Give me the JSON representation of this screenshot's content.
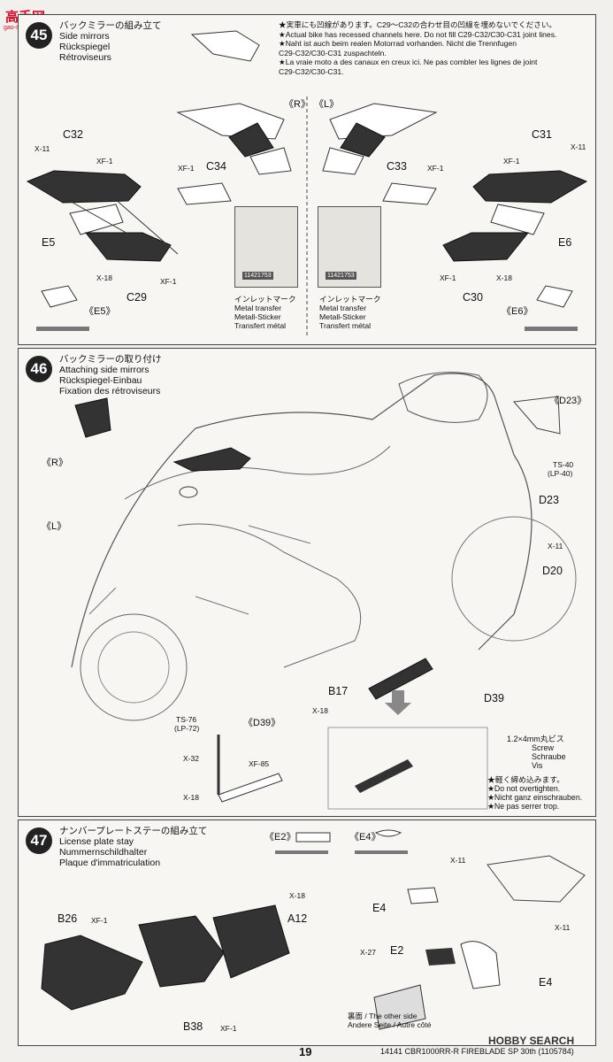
{
  "watermark": {
    "top": "高手网",
    "sub": "gao-shou.com",
    "bottom": "HOBBY SEARCH"
  },
  "step45": {
    "number": "45",
    "title_jp": "バックミラーの組み立て",
    "title_en": "Side mirrors",
    "title_de": "Rückspiegel",
    "title_fr": "Rétroviseurs",
    "note": [
      "★実車にも凹線があります。C29〜C32の合わせ目の凹線を埋めないでください。",
      "★Actual bike has recessed channels here. Do not fill C29-C32/C30-C31 joint lines.",
      "★Naht ist auch beim realen Motorrad vorhanden. Nicht die Trennfugen",
      "C29-C32/C30-C31 zuspachteln.",
      "★La vraie moto a des canaux en creux ici. Ne pas combler les lignes de joint",
      "C29-C32/C30-C31."
    ],
    "R": "《R》",
    "L": "《L》",
    "parts": {
      "c32": "C32",
      "c31": "C31",
      "c34": "C34",
      "c33": "C33",
      "c29": "C29",
      "c30": "C30",
      "e5": "E5",
      "e6": "E6",
      "x11a": "X-11",
      "x11b": "X-11",
      "xf1a": "XF-1",
      "xf1b": "XF-1",
      "xf1c": "XF-1",
      "xf1d": "XF-1",
      "xf1e": "XF-1",
      "xf1f": "XF-1",
      "x18a": "X-18",
      "x18b": "X-18",
      "e5ref": "《E5》",
      "e6ref": "《E6》"
    },
    "transfer_code": "11421753",
    "transfer_caption": [
      "インレットマーク",
      "Metal transfer",
      "Metall-Sticker",
      "Transfert métal"
    ]
  },
  "step46": {
    "number": "46",
    "title_jp": "バックミラーの取り付け",
    "title_en": "Attaching side mirrors",
    "title_de": "Rückspiegel-Einbau",
    "title_fr": "Fixation des rétroviseurs",
    "parts": {
      "r": "《R》",
      "l": "《L》",
      "d23ref": "《D23》",
      "ts40": "TS-40",
      "lp40": "(LP-40)",
      "d23": "D23",
      "x11": "X-11",
      "d20": "D20",
      "b17": "B17",
      "x18": "X-18",
      "d39": "D39",
      "ts76": "TS-76",
      "lp72": "(LP-72)",
      "d39ref": "《D39》",
      "x32": "X-32",
      "xf85": "XF-85",
      "x18b": "X-18"
    },
    "screw": "1.2×4mm丸ビス",
    "screw_en": "Screw",
    "screw_de": "Schraube",
    "screw_fr": "Vis",
    "warn": [
      "★軽く締め込みます。",
      "★Do not overtighten.",
      "★Nicht ganz einschrauben.",
      "★Ne pas serrer trop."
    ]
  },
  "step47": {
    "number": "47",
    "title_jp": "ナンバープレートステーの組み立て",
    "title_en": "License plate stay",
    "title_de": "Nummernschildhalter",
    "title_fr": "Plaque d'immatriculation",
    "parts": {
      "e2ref": "《E2》",
      "e4ref": "《E4》",
      "b26": "B26",
      "xf1a": "XF-1",
      "x18": "X-18",
      "a12": "A12",
      "b38": "B38",
      "xf1b": "XF-1",
      "x11a": "X-11",
      "x11b": "X-11",
      "e4a": "E4",
      "e4b": "E4",
      "x27": "X-27",
      "e2": "E2"
    },
    "other_side": [
      "裏面 / The other side",
      "Andere Seite / Autre côté"
    ]
  },
  "footer": {
    "page": "19",
    "code": "14141 CBR1000RR-R FIREBLADE SP 30th (1105784)"
  }
}
